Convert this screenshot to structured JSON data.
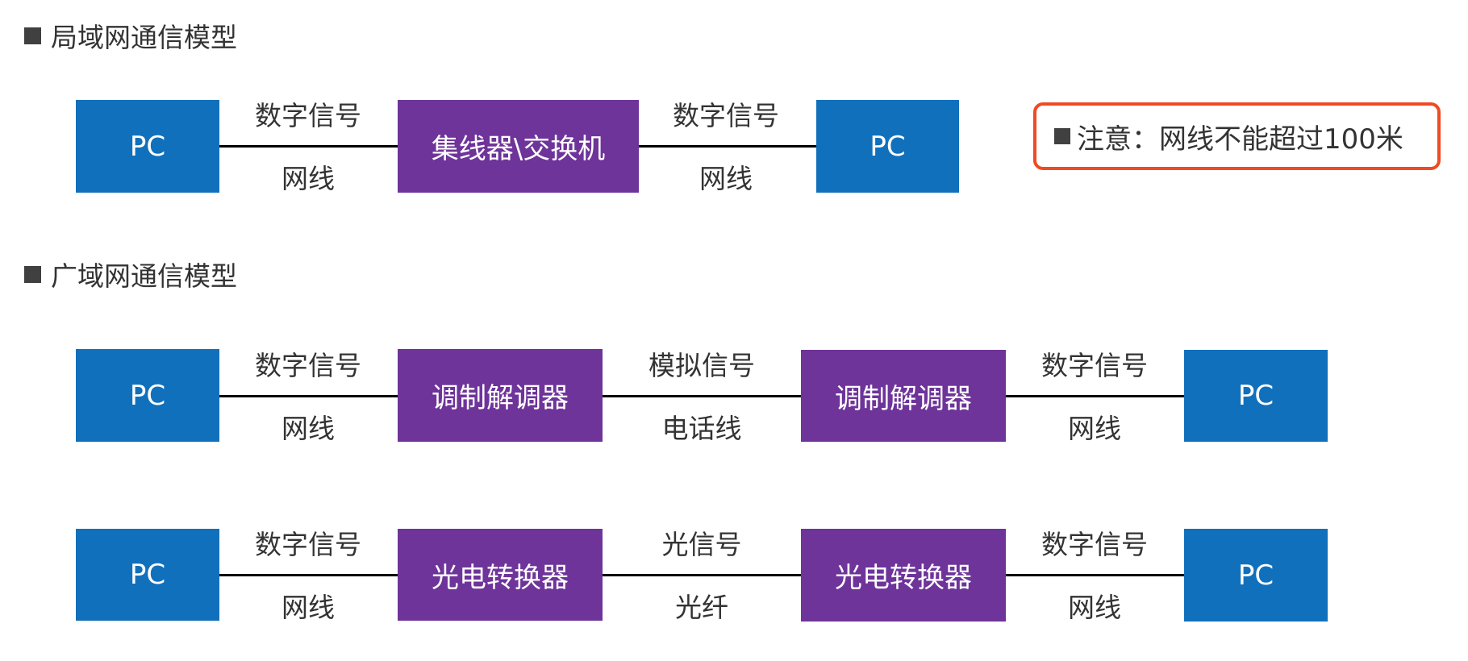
{
  "sections": [
    {
      "title": "局域网通信模型",
      "rows": [
        {
          "nodes": [
            {
              "label": "PC",
              "type": "pc"
            },
            {
              "label": "集线器\\交换机",
              "type": "device"
            },
            {
              "label": "PC",
              "type": "pc"
            }
          ],
          "links": [
            {
              "signal": "数字信号",
              "medium": "网线"
            },
            {
              "signal": "数字信号",
              "medium": "网线"
            }
          ]
        }
      ]
    },
    {
      "title": "广域网通信模型",
      "rows": [
        {
          "nodes": [
            {
              "label": "PC",
              "type": "pc"
            },
            {
              "label": "调制解调器",
              "type": "device"
            },
            {
              "label": "调制解调器",
              "type": "device"
            },
            {
              "label": "PC",
              "type": "pc"
            }
          ],
          "links": [
            {
              "signal": "数字信号",
              "medium": "网线"
            },
            {
              "signal": "模拟信号",
              "medium": "电话线"
            },
            {
              "signal": "数字信号",
              "medium": "网线"
            }
          ]
        },
        {
          "nodes": [
            {
              "label": "PC",
              "type": "pc"
            },
            {
              "label": "光电转换器",
              "type": "device"
            },
            {
              "label": "光电转换器",
              "type": "device"
            },
            {
              "label": "PC",
              "type": "pc"
            }
          ],
          "links": [
            {
              "signal": "数字信号",
              "medium": "网线"
            },
            {
              "signal": "光信号",
              "medium": "光纤"
            },
            {
              "signal": "数字信号",
              "medium": "网线"
            }
          ]
        }
      ]
    }
  ],
  "note": {
    "text": "注意：网线不能超过100米"
  },
  "colors": {
    "pc": "#1170BC",
    "device": "#6E349A",
    "note_border": "#F04A23",
    "text": "#333333"
  }
}
